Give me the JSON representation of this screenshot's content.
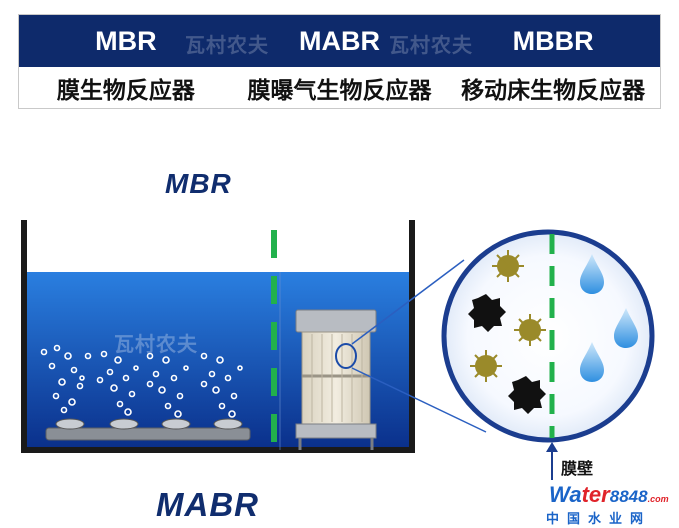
{
  "table": {
    "headers": [
      "MBR",
      "MABR",
      "MBBR"
    ],
    "names": [
      "膜生物反应器",
      "膜曝气生物反应器",
      "移动床生物反应器"
    ]
  },
  "watermark": "瓦村农夫",
  "mbr_title": "MBR",
  "mabr_title": "MABR",
  "membrane_caption": "膜壁",
  "logo": {
    "part1": "Wa",
    "part2": "ter",
    "number": "8848",
    "domain": ".com",
    "sub": "中国水业网"
  },
  "colors": {
    "header_bg": "#0e2a6b",
    "water": "#1e6fd6",
    "membrane_dash": "#22b14c",
    "microbe_yellow": "#9a8a2a",
    "microbe_dark": "#111111",
    "droplet": "#4aa3e8"
  }
}
